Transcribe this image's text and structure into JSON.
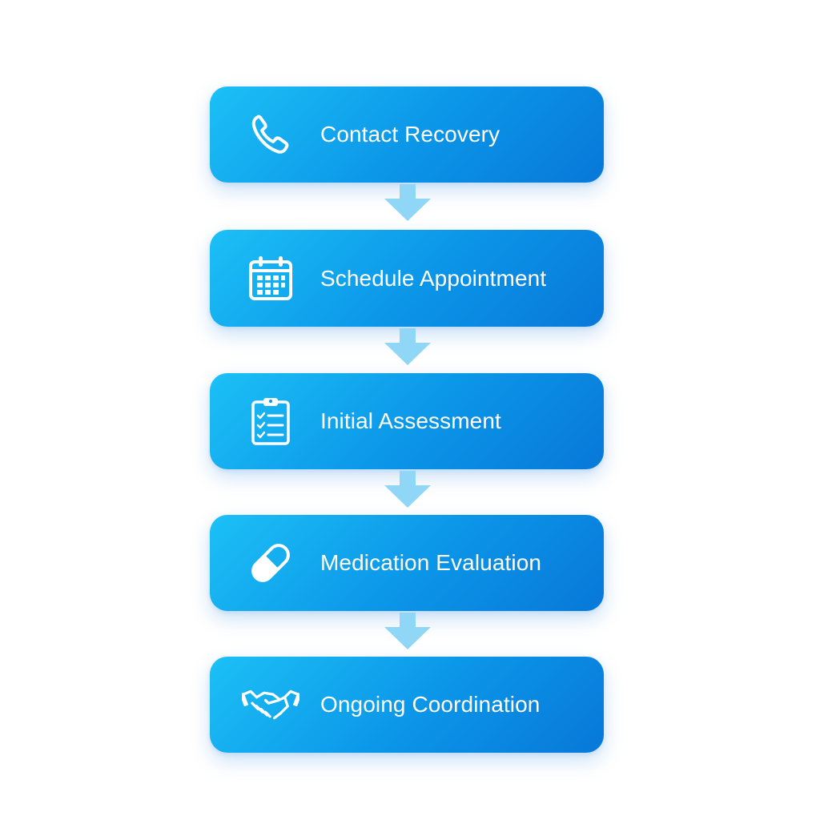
{
  "steps": [
    {
      "label": "Contact Recovery",
      "icon": "phone-icon"
    },
    {
      "label": "Schedule Appointment",
      "icon": "calendar-icon"
    },
    {
      "label": "Initial Assessment",
      "icon": "clipboard-checklist-icon"
    },
    {
      "label": "Medication Evaluation",
      "icon": "pill-capsule-icon"
    },
    {
      "label": "Ongoing Coordination",
      "icon": "handshake-icon"
    }
  ],
  "colors": {
    "box_gradient_start": "#1cc0f6",
    "box_gradient_end": "#0878d8",
    "arrow": "#8fd6f7",
    "text": "#ffffff",
    "background": "#ffffff"
  }
}
